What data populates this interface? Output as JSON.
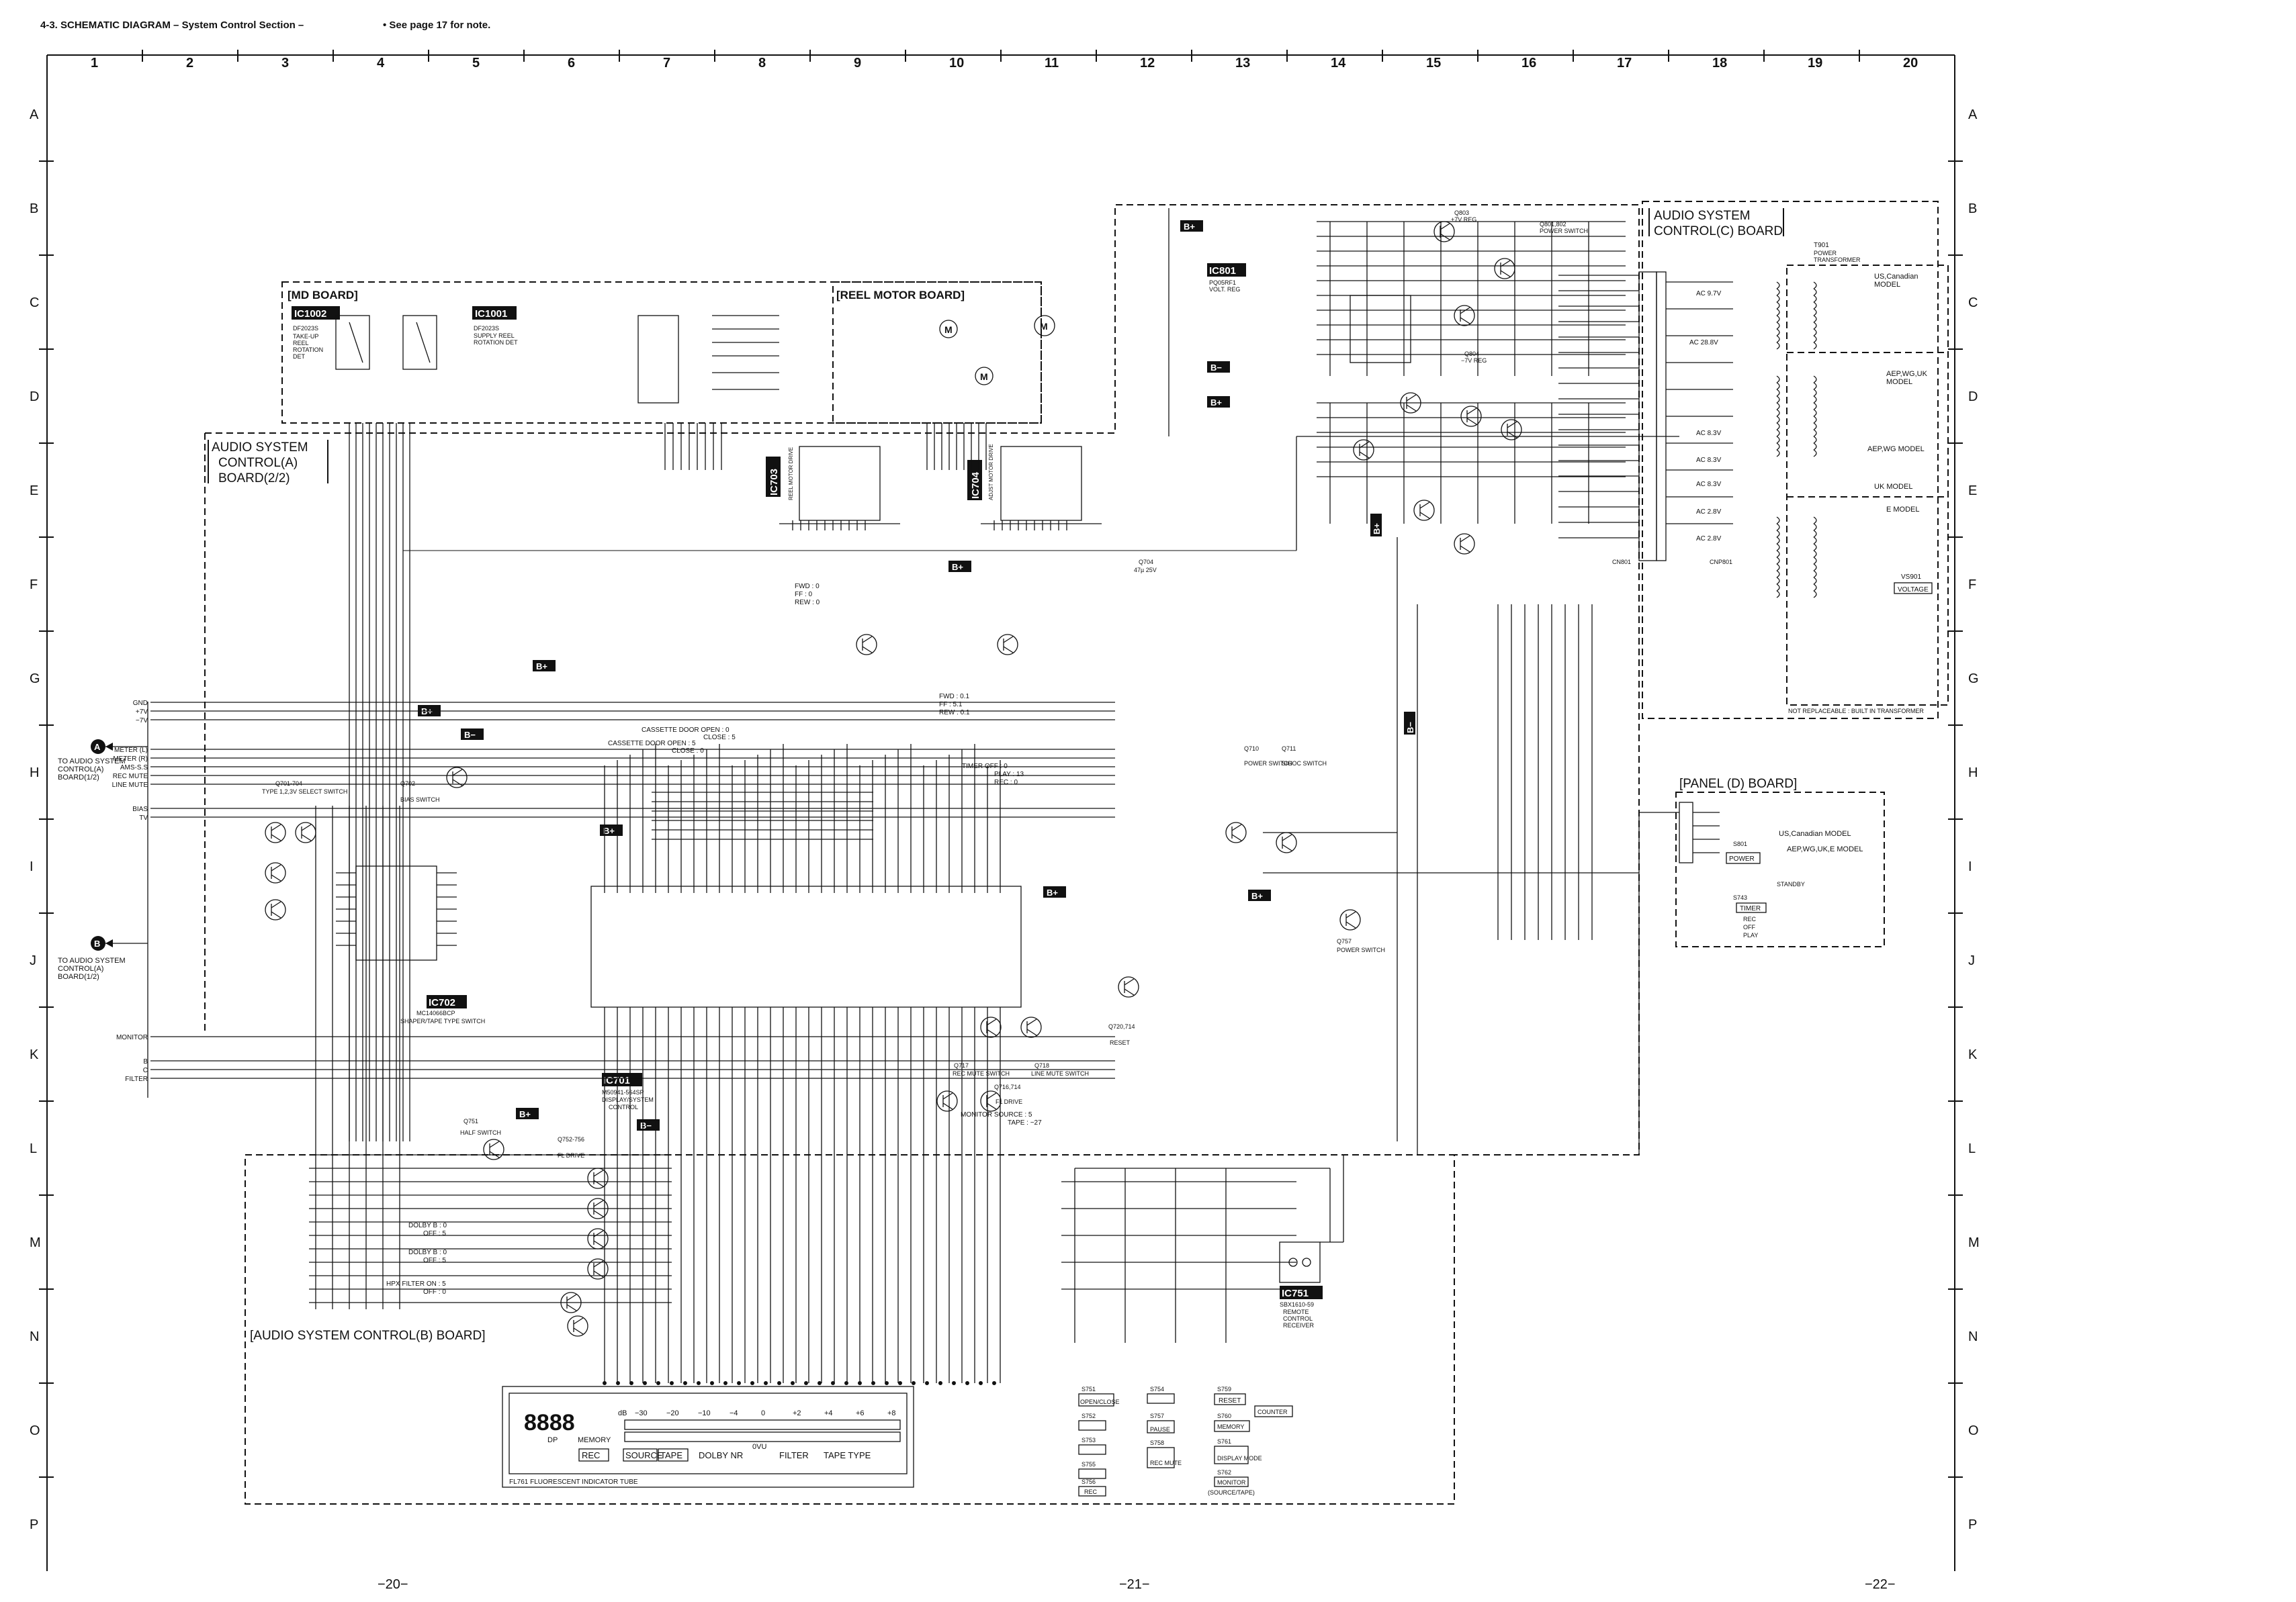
{
  "header": {
    "title": "4-3.  SCHEMATIC  DIAGRAM  – System Control Section –",
    "note": "•  See page 17 for note."
  },
  "grid": {
    "columns": [
      "1",
      "2",
      "3",
      "4",
      "5",
      "6",
      "7",
      "8",
      "9",
      "10",
      "11",
      "12",
      "13",
      "14",
      "15",
      "16",
      "17",
      "18",
      "19",
      "20"
    ],
    "rows": [
      "A",
      "B",
      "C",
      "D",
      "E",
      "F",
      "G",
      "H",
      "I",
      "J",
      "K",
      "L",
      "M",
      "N",
      "O",
      "P"
    ]
  },
  "boards": {
    "md": "[MD BOARD]",
    "reel_motor": "[REEL MOTOR BOARD]",
    "control_a": "[AUDIO SYSTEM CONTROL(A) BOARD(2/2)]",
    "control_a_lines": [
      "AUDIO SYSTEM",
      "CONTROL(A)",
      "BOARD(2/2)"
    ],
    "control_c_lines": [
      "AUDIO SYSTEM",
      "CONTROL(C) BOARD"
    ],
    "control_b": "[AUDIO SYSTEM CONTROL(B) BOARD]",
    "panel_d": "[PANEL (D) BOARD]"
  },
  "ics": {
    "ic1002": {
      "label": "IC1002",
      "part": "DF2023S",
      "desc": [
        "TAKE-UP",
        "REEL",
        "ROTATION",
        "DET"
      ]
    },
    "ic1001": {
      "label": "IC1001",
      "part": "DF2023S",
      "desc": [
        "SUPPLY REEL",
        "ROTATION DET"
      ]
    },
    "ic703": {
      "label": "IC703",
      "desc": "REEL MOTOR DRIVE"
    },
    "ic704": {
      "label": "IC704",
      "desc": "ADJST MOTOR DRIVE"
    },
    "ic801": {
      "label": "IC801",
      "part": "PQ05RF1",
      "desc": "VOLT. REG"
    },
    "ic702": {
      "label": "IC702",
      "part": "MC14066BCP",
      "desc": "SHAPER/TAPE TYPE SWITCH"
    },
    "ic701": {
      "label": "IC701",
      "part": "M50941-564SP",
      "desc": [
        "DISPLAY/SYSTEM",
        "CONTROL"
      ]
    },
    "ic751": {
      "label": "IC751",
      "part": "SBX1610-59",
      "desc": [
        "REMOTE",
        "CONTROL",
        "RECEIVER"
      ]
    }
  },
  "badges": {
    "bplus": "B+",
    "bminus": "B−"
  },
  "connectors": {
    "a": {
      "mark": "A",
      "lines": [
        "TO AUDIO SYSTEM",
        "CONTROL(A)",
        "BOARD(1/2)"
      ]
    },
    "b": {
      "mark": "B",
      "lines": [
        "TO AUDIO SYSTEM",
        "CONTROL(A)",
        "BOARD(1/2)"
      ]
    }
  },
  "left_signals": [
    "GND",
    "+7V",
    "−7V",
    "METER (L)",
    "METER (R)",
    "AMS-S.S",
    "REC MUTE",
    "LINE MUTE",
    "BIAS",
    "TV",
    "MONITOR",
    "B",
    "C",
    "FILTER"
  ],
  "cassette": [
    "CASSETTE DOOR OPEN : 0",
    "CLOSE : 5",
    "CASSETTE DOOR OPEN : 5",
    "CLOSE : 0"
  ],
  "motor_labels": [
    "FWD : 0",
    "FF : 0",
    "REW : 0"
  ],
  "motor_labels2": [
    "FWD : 0.1",
    "FF : 5.1",
    "REW : 0.1"
  ],
  "timer_labels": [
    "TIMER OFF : 0",
    "PLAY : 13",
    "REC : 0"
  ],
  "monitor_labels": [
    "MONITOR SOURCE : 5",
    "TAPE : −27"
  ],
  "dolby_labels": [
    "DOLBY B : 0",
    "OFF : 5",
    "DOLBY B : 0",
    "OFF : 5",
    "HPX FILTER ON : 5",
    "OFF : 0"
  ],
  "transistors": {
    "q801": "Q801,802",
    "q801desc": "POWER SWITCH",
    "q803": "Q803",
    "q803desc": "+7V REG",
    "q804": "Q804",
    "q804desc": "−7V REG",
    "q704": "Q704",
    "q704desc": "47µ 25V",
    "q701": "Q701-704",
    "q701desc": "TYPE 1,2,3V SELECT SWITCH",
    "q702": "Q702",
    "q702desc": "BIAS SWITCH",
    "q710": "Q710",
    "q710desc": "POWER SWITCH",
    "q711": "Q711",
    "q711desc": "SIGOC SWITCH",
    "q720": "Q720,714",
    "q720desc": "RESET",
    "q716": "Q716,714",
    "q716desc": "FL DRIVE",
    "q717": "Q717",
    "q717desc": "REC MUTE SWITCH",
    "q718": "Q718",
    "q718desc": "LINE MUTE SWITCH",
    "q751": "Q751",
    "q751desc": "HALF SWITCH",
    "q752": "Q752-756",
    "q752desc": "FL DRIVE",
    "q757": "Q757",
    "q757desc": "POWER SWITCH"
  },
  "transformer": {
    "t901": "T901",
    "t901desc": [
      "POWER",
      "TRANSFORMER"
    ],
    "us": [
      "US,Canadian",
      "MODEL"
    ],
    "aew": [
      "AEP,WG,UK",
      "MODEL"
    ],
    "aep2": "AEP,WG MODEL",
    "uk": "UK MODEL",
    "e": "E MODEL",
    "voltage": "VOLTAGE",
    "vs901": "VS901",
    "note": "NOT REPLACEABLE : BUILT IN TRANSFORMER",
    "ac": [
      "AC 9.7V",
      "AC 28.8V",
      "AC 8.3V",
      "AC 8.3V",
      "AC 8.3V",
      "AC 2.8V",
      "AC 2.8V"
    ],
    "cnp": [
      "CNP801",
      "CN801"
    ]
  },
  "panel_d": {
    "us": "US,Canadian MODEL",
    "aep": "AEP,WG,UK,E MODEL",
    "power": "POWER",
    "standby": "STANDBY",
    "timer": "TIMER",
    "rec": "REC",
    "off": "OFF",
    "play": "PLAY",
    "s801": "S801",
    "s743": "S743"
  },
  "switches": {
    "s751": "S751",
    "open_close": "OPEN/CLOSE",
    "s752": "S752",
    "s753": "S753",
    "s754": "S754",
    "rec_mute": "REC MUTE",
    "s755": "S755",
    "s756": "S756",
    "rec": "REC",
    "s757": "S757",
    "pause": "PAUSE",
    "s758": "S758",
    "s759": "S759",
    "reset": "RESET",
    "counter": "COUNTER",
    "s760": "S760",
    "memory": "MEMORY",
    "s761": "S761",
    "display_mode": "DISPLAY MODE",
    "s762": "S762",
    "monitor": "MONITOR",
    "source_tape": "(SOURCE/TAPE)"
  },
  "fl_tube": {
    "name": "FL761 FLUORESCENT INDICATOR TUBE",
    "memory": "MEMORY",
    "rec": "REC",
    "source": "SOURCE",
    "tape": "TAPE",
    "dolby": "DOLBY  NR",
    "filter": "FILTER",
    "tape_type": "TAPE TYPE",
    "ovu": "0VU",
    "db": "dB",
    "scale": [
      "−30",
      "−20",
      "−10",
      "−4",
      "0",
      "+2",
      "+4",
      "+6",
      "+8"
    ],
    "digits": "8888",
    "dp": "DP"
  },
  "page_numbers": [
    "−20−",
    "−21−",
    "−22−"
  ]
}
